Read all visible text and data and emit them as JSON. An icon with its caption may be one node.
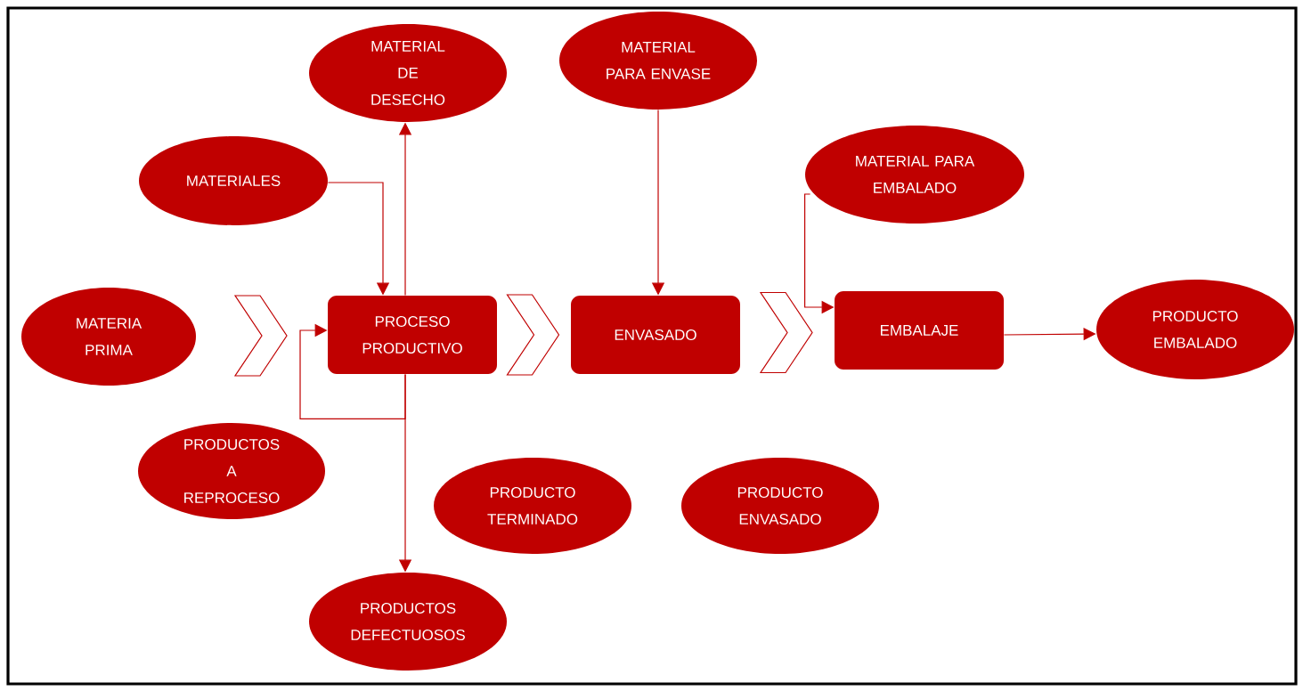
{
  "diagram": {
    "nodes": [
      {
        "text": [
          "MATERIAL DE DESECHO"
        ]
      },
      {
        "text": [
          "MATERIAL PARA ENVASE"
        ]
      },
      {
        "text": [
          "MATERIALES"
        ]
      },
      {
        "text": [
          "MATERIAL PARA EMBALADO"
        ]
      },
      {
        "text": [
          "MATERIA PRIMA"
        ]
      },
      {
        "text": [
          "PROCESO PRODUCTIVO"
        ]
      },
      {
        "text": [
          "ENVASADO"
        ]
      },
      {
        "text": [
          "EMBALAJE"
        ]
      },
      {
        "text": [
          "PRODUCTO EMBALADO"
        ]
      },
      {
        "text": [
          "PRODUCTOS A REPROCESO"
        ]
      },
      {
        "text": [
          "PRODUCTO TERMINADO"
        ]
      },
      {
        "text": [
          "PRODUCTO ENVASADO"
        ]
      },
      {
        "text": [
          "PRODUCTOS DEFECTUOSOS"
        ]
      }
    ],
    "edges": [
      {
        "from": 4,
        "to": 5,
        "arrow": "to"
      },
      {
        "from": 5,
        "to": 6,
        "arrow": "to"
      },
      {
        "from": 6,
        "to": 7,
        "arrow": "to"
      },
      {
        "from": 2,
        "to": 5,
        "arrow": "to"
      },
      {
        "from": 5,
        "to": 0,
        "arrow": "to"
      },
      {
        "from": 5,
        "to": 12,
        "arrow": "to"
      },
      {
        "from": 5,
        "to": 5,
        "arrow": "to"
      },
      {
        "from": 1,
        "to": 6,
        "arrow": "to"
      },
      {
        "from": 3,
        "to": 7,
        "arrow": "to"
      },
      {
        "from": 7,
        "to": 8,
        "arrow": "to"
      }
    ]
  }
}
